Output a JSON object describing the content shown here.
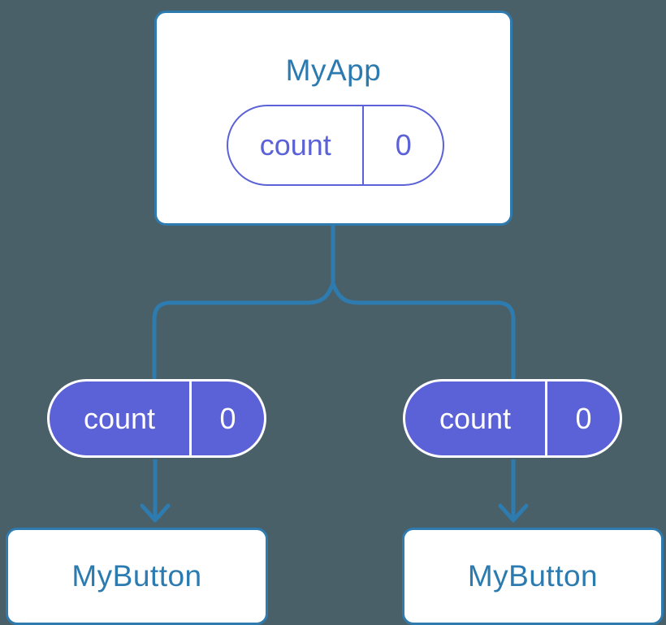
{
  "diagram": {
    "title_text": "MyApp",
    "background_color": "#4a6068",
    "wire_color": "#2e7bb0",
    "card_border_color": "#2e7bb0",
    "card_fill_color": "#ffffff",
    "card_text_color": "#2b7ab0",
    "pill_accent_color": "#5b61d6",
    "pill_text_color_filled": "#ffffff"
  },
  "root": {
    "component_name": "MyApp",
    "state": {
      "key": "count",
      "value": "0"
    }
  },
  "props": [
    {
      "key": "count",
      "value": "0"
    },
    {
      "key": "count",
      "value": "0"
    }
  ],
  "children": [
    {
      "component_name": "MyButton"
    },
    {
      "component_name": "MyButton"
    }
  ]
}
